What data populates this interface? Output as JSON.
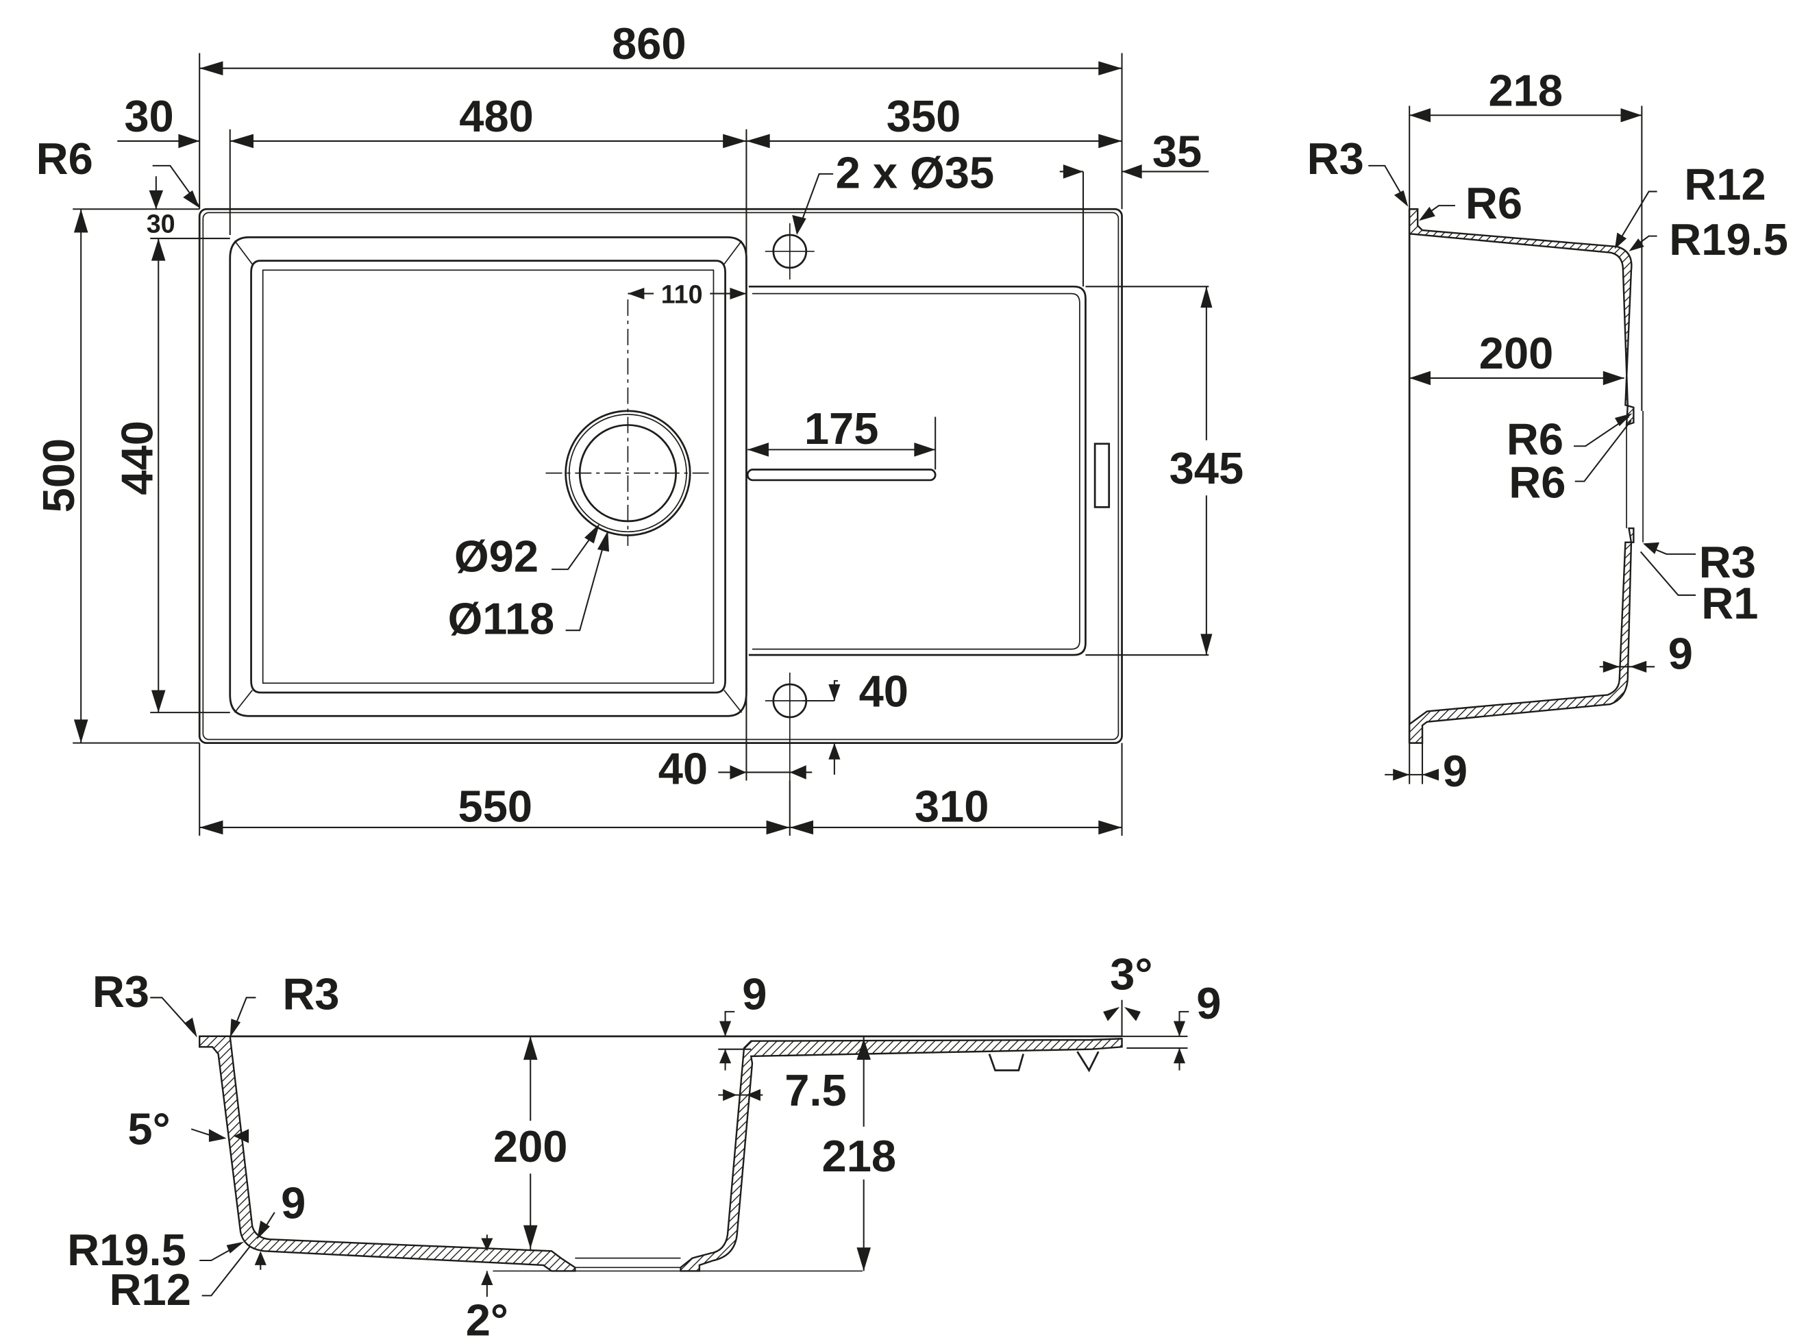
{
  "drawing": {
    "title": "Kitchen sink with drainer - technical dimension drawing",
    "units": "mm",
    "line_color": "#1d1d1b",
    "background": "#ffffff"
  },
  "plan_view": {
    "overall_width": "860",
    "overall_depth": "500",
    "bowl_width": "480",
    "bowl_depth": "440",
    "drainer_width": "350",
    "left_rim": "30",
    "top_rim": "30",
    "corner_radius": "R6",
    "tap_holes": "2 x Ø35",
    "tap_hole_right_offset": "35",
    "drain_offset": "110",
    "drain_inner": "Ø92",
    "drain_outer": "Ø118",
    "drainer_groove_length": "175",
    "drainer_depth": "345",
    "tap_hole_bottom_offset": "40",
    "tap_hole_side_offset": "40",
    "left_to_tap_hole": "550",
    "tap_hole_to_right": "310"
  },
  "side_section": {
    "outer_depth": "218",
    "inner_depth": "200",
    "radius_top_left": "R3",
    "radius_top_inner": "R6",
    "radius_bottom_outer": "R12",
    "radius_bottom_inner": "R19.5",
    "overflow_radius_1": "R6",
    "overflow_radius_2": "R6",
    "overflow_radius_3": "R3",
    "overflow_radius_4": "R1",
    "wall_thickness": "9",
    "rim_thickness": "9"
  },
  "front_section": {
    "rim_radius_left": "R3",
    "rim_radius_right": "R3",
    "wall_angle": "5°",
    "bowl_depth": "200",
    "total_depth": "218",
    "bottom_thickness": "9",
    "bottom_radius_inner": "R19.5",
    "bottom_radius_outer": "R12",
    "bottom_slope": "2°",
    "drainer_rim_thickness": "9",
    "drainer_wall_thickness": "7.5",
    "drainer_slope": "3°",
    "drainer_edge_thickness": "9"
  }
}
